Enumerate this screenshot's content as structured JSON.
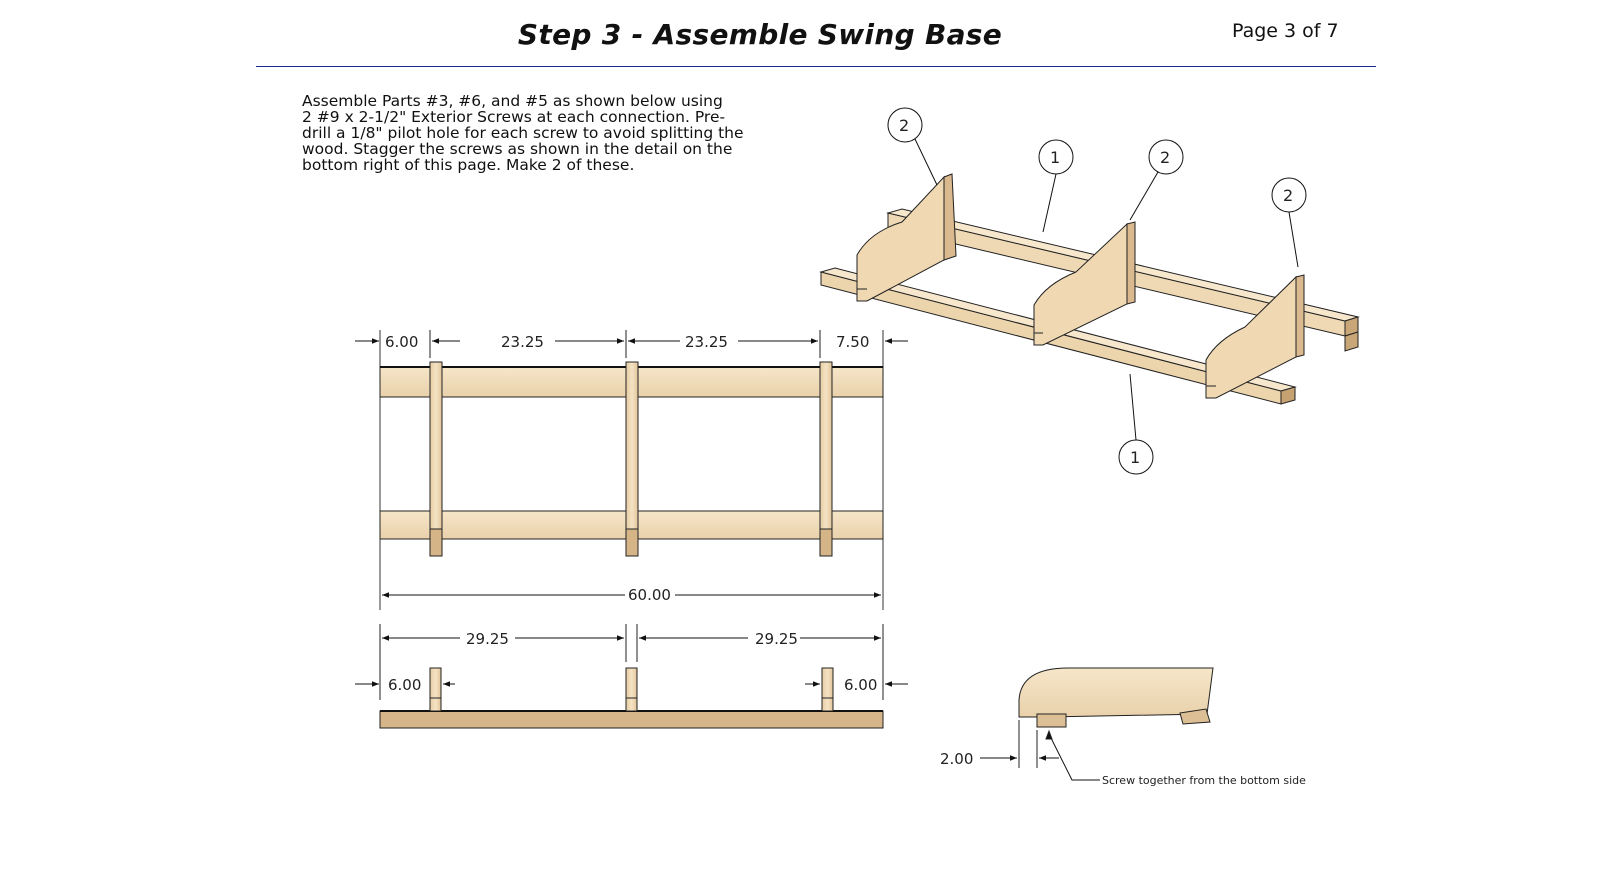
{
  "header": {
    "title": "Step 3 - Assemble Swing Base",
    "page": "Page 3 of 7"
  },
  "instructions": {
    "lines": [
      "Assemble Parts #3, #6, and #5 as shown below using",
      "2 #9 x 2-1/2\" Exterior Screws at each connection.  Pre-",
      "drill a 1/8\" pilot hole for each screw to avoid splitting the",
      "wood.  Stagger the screws as shown in the detail on the",
      "bottom right of this page.  Make 2 of these."
    ]
  },
  "top_view": {
    "dims_top": [
      "6.00",
      "23.25",
      "23.25",
      "7.50"
    ],
    "overall": "60.00"
  },
  "side_view": {
    "dims_top": [
      "29.25",
      "29.25"
    ],
    "left_offset": "6.00",
    "right_offset": "6.00"
  },
  "detail": {
    "offset": "2.00",
    "note": "Screw together from the bottom side"
  },
  "iso_view": {
    "balloons": [
      "2",
      "1",
      "2",
      "2",
      "1"
    ]
  },
  "colors": {
    "wood_light": "#f3dfbd",
    "wood_mid": "#e2c59a",
    "wood_dark": "#c7a476",
    "rule": "#1a2a8a"
  }
}
